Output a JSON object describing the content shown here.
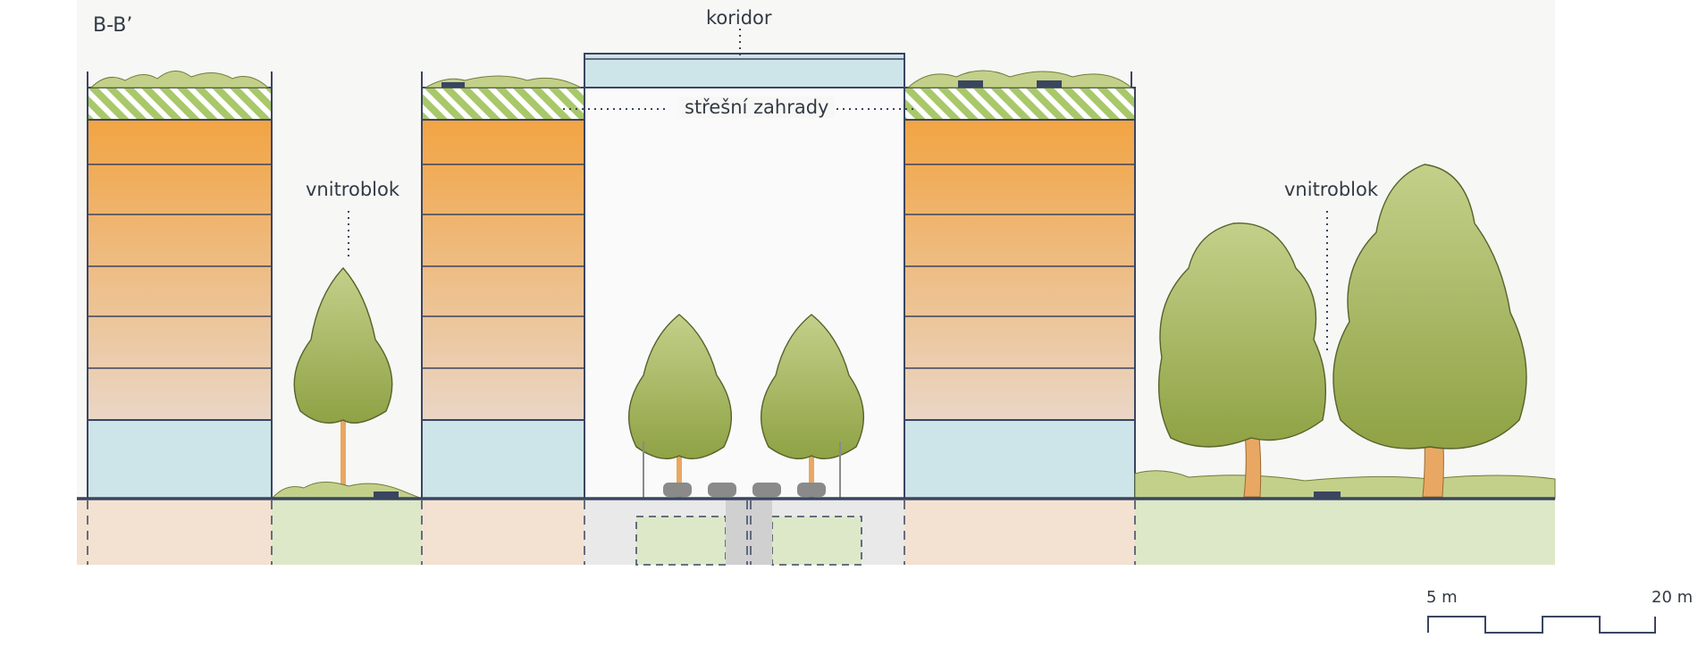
{
  "section": {
    "title": "B-B’",
    "labels": {
      "koridor": "koridor",
      "roof_gardens": "střešní zahrady",
      "courtyard_left": "vnitroblok",
      "courtyard_right": "vnitroblok"
    }
  },
  "scale_bar": {
    "start_label": "5 m",
    "end_label": "20 m"
  },
  "colors": {
    "background": "#f7f7f5",
    "outline": "#3a4560",
    "floor_top": "#f2a443",
    "floor_bottom": "#ead6c6",
    "ground_floor": "#cde4e8",
    "roof_hatch": "#a8c86a",
    "greenery": "#9aae4f",
    "trunk": "#e8a863",
    "basement": "#f3e2d2",
    "basement_green": "#dde8c8",
    "street_ground": "#e9e9e9"
  }
}
